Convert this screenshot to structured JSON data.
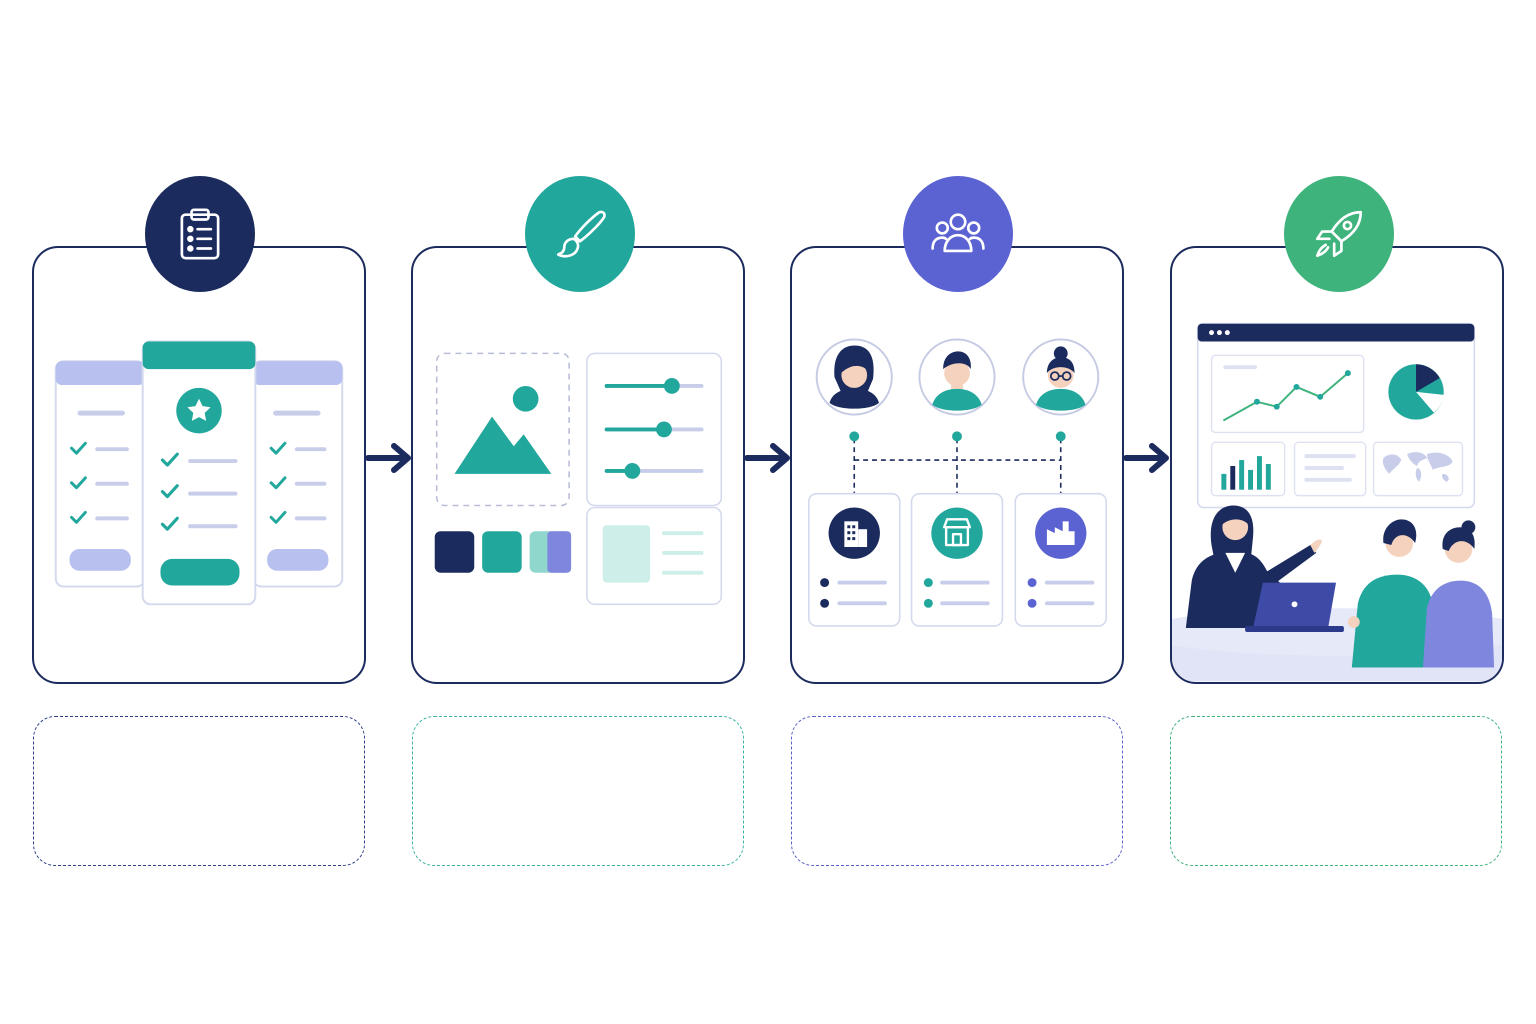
{
  "colors": {
    "navy": "#1c2b5e",
    "teal": "#22a79c",
    "indigo": "#5b63d3",
    "green": "#3fb37c",
    "lavender": "#b7c0ee",
    "light_teal": "#cdeee9"
  },
  "stages": [
    {
      "id": "plan",
      "icon": "clipboard-checklist-icon",
      "badge_color": "#1c2b5e",
      "note_border": "#2c3f86"
    },
    {
      "id": "design",
      "icon": "paintbrush-icon",
      "badge_color": "#22a79c",
      "note_border": "#3bb3a3"
    },
    {
      "id": "collaborate",
      "icon": "team-people-icon",
      "badge_color": "#5b63d3",
      "note_border": "#5960c9"
    },
    {
      "id": "launch",
      "icon": "rocket-icon",
      "badge_color": "#3fb37c",
      "note_border": "#3fb37c"
    }
  ],
  "connectors": [
    "arrow-right-icon",
    "arrow-right-icon",
    "arrow-right-icon"
  ],
  "notes": [
    "",
    "",
    "",
    ""
  ]
}
